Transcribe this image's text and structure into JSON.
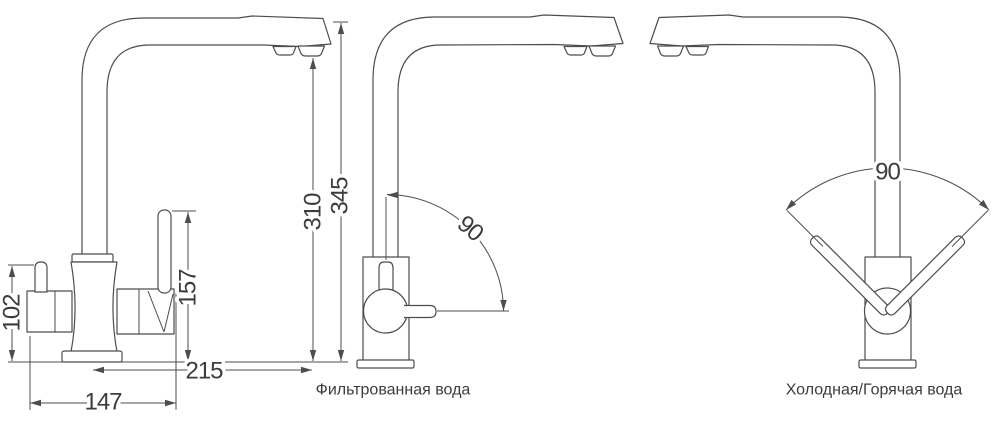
{
  "drawing": {
    "type": "faucet-dimension-diagram",
    "colors": {
      "line": "#4d4d4d",
      "text": "#3c3c3c",
      "background": "#ffffff"
    },
    "side_view": {
      "dim_body_height": "102",
      "dim_base_depth": "147",
      "dim_handle_height": "157",
      "dim_spout_reach": "215",
      "dim_aerator_height": "310",
      "dim_total_height": "345"
    },
    "filtered_view": {
      "angle": "90",
      "label": "Фильтрованная вода"
    },
    "mixer_view": {
      "angle": "90",
      "label": "Холодная/Горячая вода"
    }
  }
}
